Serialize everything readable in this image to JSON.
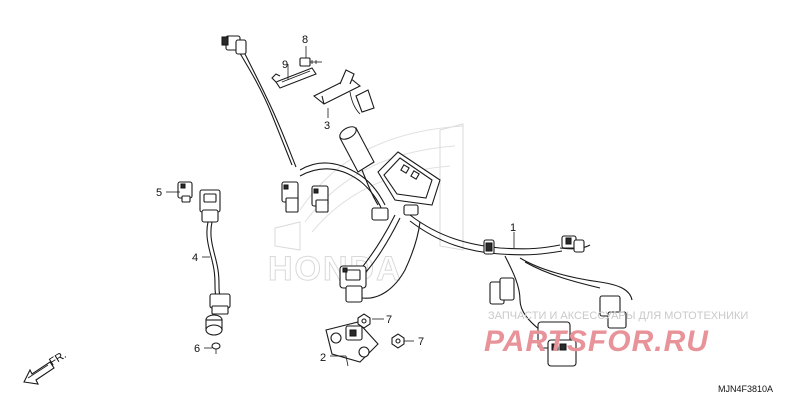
{
  "callouts": [
    {
      "id": "1",
      "text": "1"
    },
    {
      "id": "2",
      "text": "2"
    },
    {
      "id": "3",
      "text": "3"
    },
    {
      "id": "4",
      "text": "4"
    },
    {
      "id": "5",
      "text": "5"
    },
    {
      "id": "6",
      "text": "6"
    },
    {
      "id": "7a",
      "text": "7"
    },
    {
      "id": "7b",
      "text": "7"
    },
    {
      "id": "8",
      "text": "8"
    },
    {
      "id": "9",
      "text": "9"
    }
  ],
  "direction_arrow": {
    "text": "FR."
  },
  "diagram_code": "MJN4F3810A",
  "watermark": {
    "logo_text": "HONDA",
    "site_text": "PARTSFOR.RU",
    "tagline": "ЗАПЧАСТИ И АКСЕССУАРЫ ДЛЯ МОТОТЕХНИКИ"
  },
  "colors": {
    "ink": "#1a1a1a",
    "watermark_red": "#e8939a",
    "watermark_gray": "#bbbbbb"
  }
}
